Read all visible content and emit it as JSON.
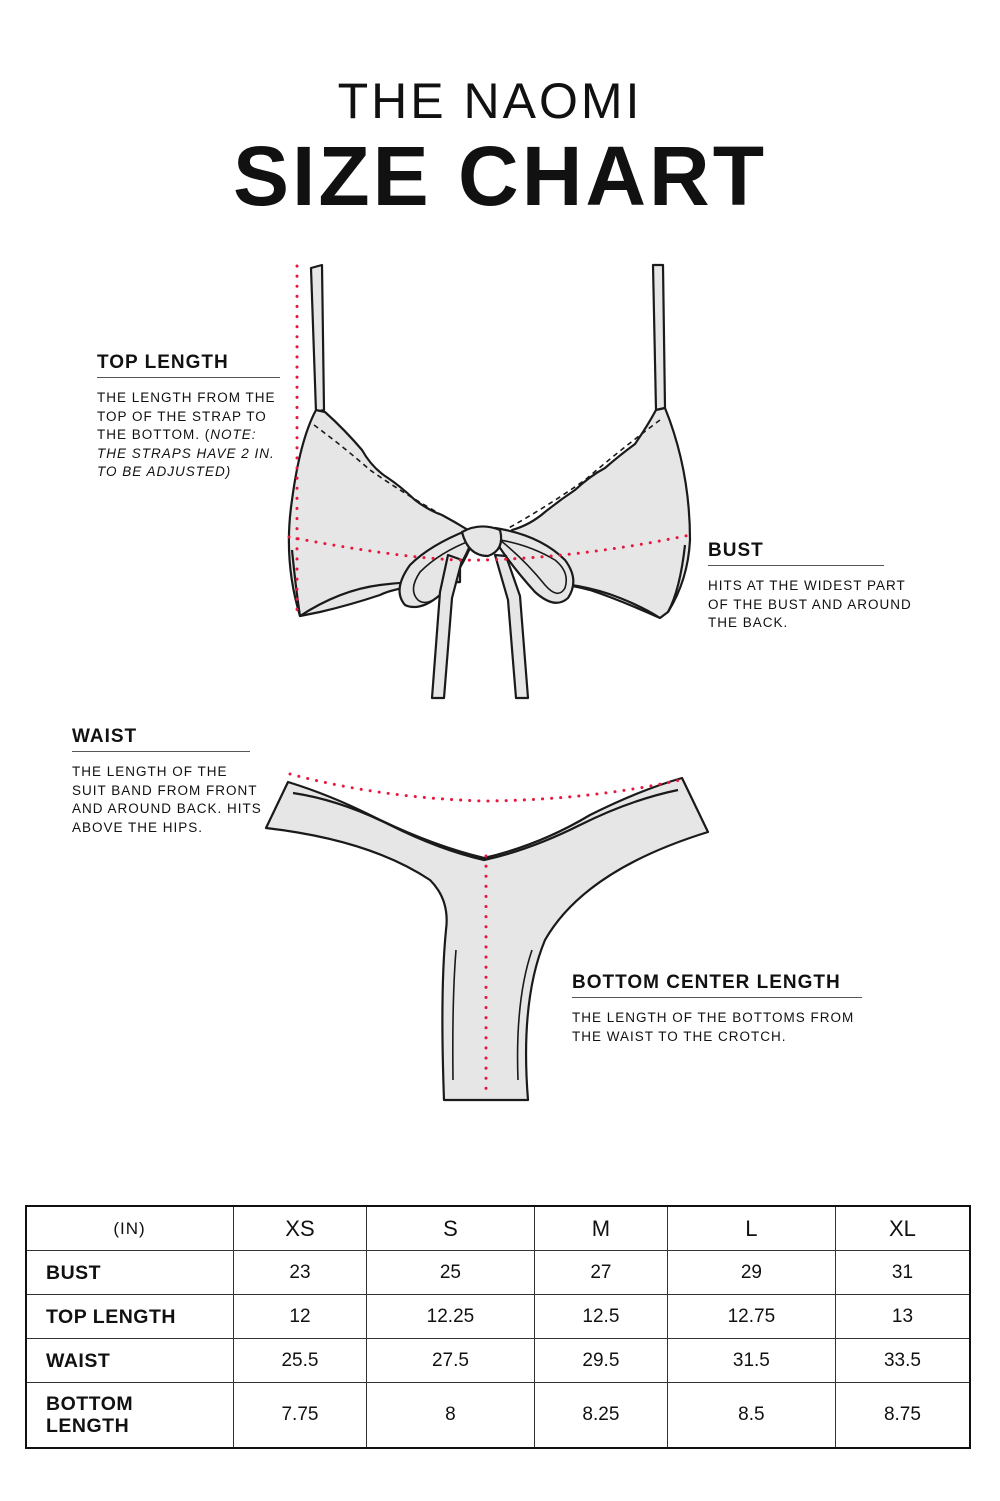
{
  "header": {
    "line1": "THE NAOMI",
    "line2": "SIZE CHART"
  },
  "annotations": {
    "top_length": {
      "heading": "TOP LENGTH",
      "desc_main": "THE LENGTH FROM THE TOP OF THE STRAP TO THE BOTTOM. (",
      "desc_note": "NOTE: THE STRAPS HAVE 2 IN. TO BE ADJUSTED)"
    },
    "bust": {
      "heading": "BUST",
      "desc": "HITS AT THE WIDEST PART OF THE BUST AND AROUND THE BACK."
    },
    "waist": {
      "heading": "WAIST",
      "desc": "THE LENGTH OF THE SUIT BAND FROM FRONT AND AROUND BACK. HITS ABOVE THE HIPS."
    },
    "bottom_center_length": {
      "heading": "BOTTOM CENTER LENGTH",
      "desc": "THE LENGTH OF THE BOTTOMS FROM THE WAIST TO THE CROTCH."
    }
  },
  "colors": {
    "measure_line": "#e8173f",
    "garment_fill": "#e6e6e6",
    "outline": "#1a1a1a"
  },
  "table": {
    "unit_label": "(IN)",
    "columns": [
      "XS",
      "S",
      "M",
      "L",
      "XL"
    ],
    "rows": [
      {
        "label": "BUST",
        "values": [
          "23",
          "25",
          "27",
          "29",
          "31"
        ]
      },
      {
        "label": "TOP LENGTH",
        "values": [
          "12",
          "12.25",
          "12.5",
          "12.75",
          "13"
        ]
      },
      {
        "label": "WAIST",
        "values": [
          "25.5",
          "27.5",
          "29.5",
          "31.5",
          "33.5"
        ]
      },
      {
        "label": "BOTTOM LENGTH",
        "values": [
          "7.75",
          "8",
          "8.25",
          "8.5",
          "8.75"
        ]
      }
    ]
  }
}
